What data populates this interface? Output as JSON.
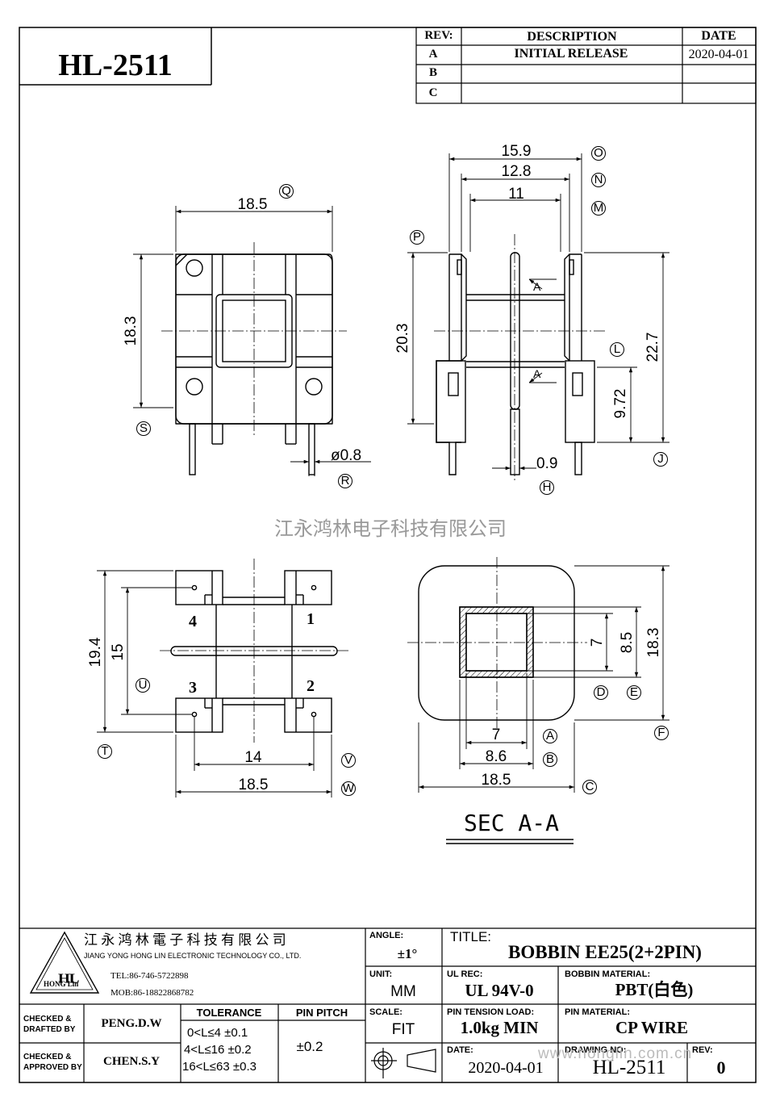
{
  "part_number": "HL-2511",
  "revision_table": {
    "headers": {
      "rev": "REV:",
      "description": "DESCRIPTION",
      "date": "DATE"
    },
    "rows": [
      {
        "rev": "A",
        "description": "INITIAL  RELEASE",
        "date": "2020-04-01"
      },
      {
        "rev": "B",
        "description": "",
        "date": ""
      },
      {
        "rev": "C",
        "description": "",
        "date": ""
      }
    ]
  },
  "views": {
    "top_left": {
      "dim_width": "18.5",
      "dim_height": "18.3",
      "dim_pin": "ø0.8",
      "tags": {
        "width": "Q",
        "height": "S",
        "pin": "R"
      }
    },
    "top_right": {
      "dims": {
        "o": "15.9",
        "n": "12.8",
        "m": "11",
        "p": "20.3",
        "j": "22.7",
        "l": "9.72",
        "h": "0.9"
      },
      "section_marks": [
        "A",
        "A"
      ],
      "tags": {
        "o": "O",
        "n": "N",
        "m": "M",
        "p": "P",
        "l": "L",
        "j": "J",
        "h": "H"
      }
    },
    "bottom_left": {
      "dims": {
        "t": "19.4",
        "u": "15",
        "v": "14",
        "w": "18.5"
      },
      "pins": [
        "1",
        "2",
        "3",
        "4"
      ],
      "tags": {
        "t": "T",
        "u": "U",
        "v": "V",
        "w": "W"
      }
    },
    "section": {
      "title": "SEC  A-A",
      "dims": {
        "a": "7",
        "b": "8.6",
        "c": "18.5",
        "d": "7",
        "e": "8.5",
        "f": "18.3"
      },
      "tags": {
        "a": "A",
        "b": "B",
        "c": "C",
        "d": "D",
        "e": "E",
        "f": "F"
      }
    }
  },
  "watermark": "江永鸿林电子科技有限公司",
  "title_block": {
    "company_cn": "江 永 鸿 林 電 子 科 技 有 限 公 司",
    "company_en": "JIANG YONG HONG LIN ELECTRONIC TECHNOLOGY CO., LTD.",
    "logo_text": "HL",
    "logo_name": "HONG Lin",
    "tel": "TEL:86-746-5722898",
    "mob": "MOB:86-18822868782",
    "angle_label": "ANGLE:",
    "angle_value": "±1°",
    "title_label": "TITLE:",
    "title_value": "BOBBIN   EE25(2+2PIN)",
    "unit_label": "UNIT:",
    "unit_value": "MM",
    "ul_label": "UL REC:",
    "ul_value": "UL 94V-0",
    "material_label": "BOBBIN MATERIAL:",
    "material_value": "PBT(白色)",
    "scale_label": "SCALE:",
    "scale_value": "FIT",
    "tension_label": "PIN TENSION LOAD:",
    "tension_value": "1.0kg MIN",
    "pin_material_label": "PIN MATERIAL:",
    "pin_material_value": "CP     WIRE",
    "checked_drafted_label": [
      "CHECKED &",
      "DRAFTED BY"
    ],
    "checked_drafted_by": "PENG.D.W",
    "checked_approved_label": [
      "CHECKED &",
      "APPROVED BY"
    ],
    "checked_approved_by": "CHEN.S.Y",
    "tolerance_header": "TOLERANCE",
    "tolerance_rows": [
      "0<L≤4  ±0.1",
      "4<L≤16 ±0.2",
      "16<L≤63 ±0.3"
    ],
    "pin_pitch_header": "PIN PITCH",
    "pin_pitch_value": "±0.2",
    "date_label": "DATE:",
    "date_value": "2020-04-01",
    "drawing_no_label": "DRAWING NO:",
    "drawing_no_value": "HL-2511",
    "rev_label": "REV:",
    "rev_value": "0",
    "website_watermark": "www.honglin.com.cn"
  }
}
